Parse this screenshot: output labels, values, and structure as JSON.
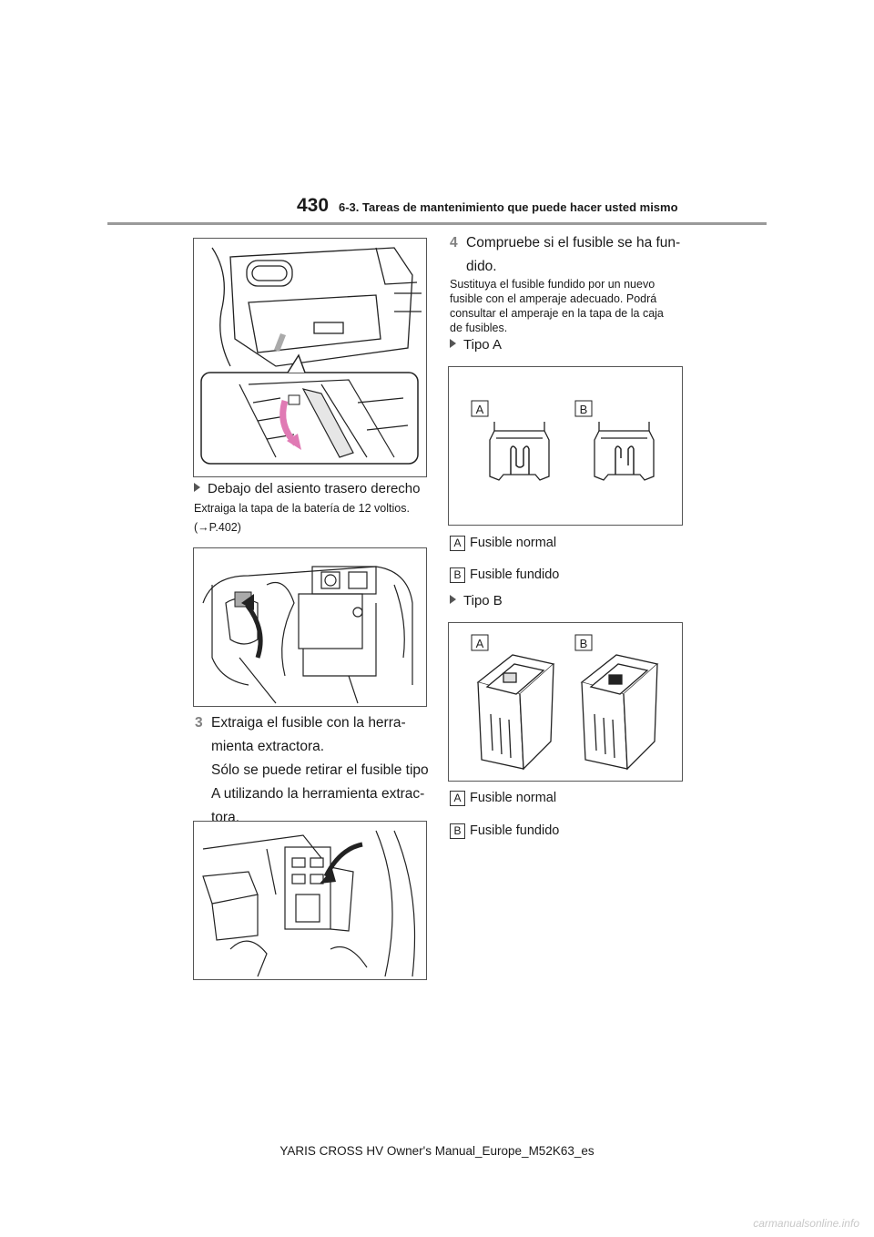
{
  "header": {
    "page_number": "430",
    "section_title": "6-3. Tareas de mantenimiento que puede hacer usted mismo"
  },
  "left": {
    "bullet_under_seat": "Debajo del asiento trasero derecho",
    "note_remove_cover": "Extraiga la tapa de la batería de 12 voltios.",
    "note_ref": "(→P.402)",
    "step3": {
      "num": "3",
      "line1": "Extraiga el fusible con la herra-",
      "line2": "mienta extractora.",
      "line3": "Sólo se puede retirar el fusible tipo",
      "line4": "A utilizando la herramienta extrac-",
      "line5": "tora."
    }
  },
  "right": {
    "step4": {
      "num": "4",
      "line1": "Compruebe si el fusible se ha fun-",
      "line2": "dido."
    },
    "note_replace_l1": "Sustituya el fusible fundido por un nuevo",
    "note_replace_l2": "fusible con el amperaje adecuado. Podrá",
    "note_replace_l3": "consultar el amperaje en la tapa de la caja",
    "note_replace_l4": "de fusibles.",
    "type_a_label": "Tipo A",
    "type_b_label": "Tipo B",
    "fig_label_a": "A",
    "fig_label_b": "B",
    "legend_a_text": "Fusible normal",
    "legend_b_text": "Fusible fundido"
  },
  "footer": {
    "text": "YARIS CROSS HV Owner's Manual_Europe_M52K63_es"
  },
  "watermark": "carmanualsonline.info",
  "colors": {
    "arrow_pink": "#e07ab4",
    "step_number": "#808080",
    "rule": "#9a9a9a"
  }
}
